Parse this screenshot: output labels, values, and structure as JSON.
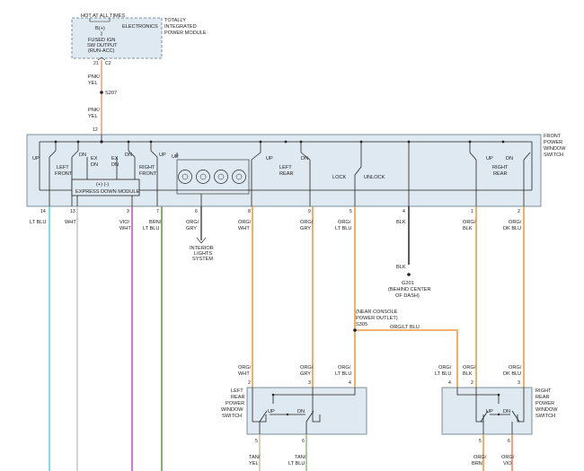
{
  "module": {
    "hot_label": "HOT AT ALL TIMES",
    "bplus": "B(+)",
    "electronics": "ELECTRONICS",
    "fused1": "FUSED IGN",
    "fused2": "SW OUTPUT",
    "fused3": "(RUN-ACC)",
    "name1": "TOTALLY",
    "name2": "INTEGRATED",
    "name3": "POWER MODULE",
    "pin": "21",
    "conn": "C2"
  },
  "feed": {
    "color_top_1": "PNK/",
    "color_top_2": "YEL",
    "splice": "S207",
    "color_bot_1": "PNK/",
    "color_bot_2": "YEL",
    "pin": "12"
  },
  "front_switch": {
    "name1": "FRONT",
    "name2": "POWER",
    "name3": "WINDOW",
    "name4": "SWITCH",
    "up": "UP",
    "dn": "DN",
    "ex": "EX",
    "left_front_1": "LEFT",
    "left_front_2": "FRONT",
    "right_front_1": "RIGHT",
    "right_front_2": "FRONT",
    "left_rear_1": "LEFT",
    "left_rear_2": "REAR",
    "right_rear_1": "RIGHT",
    "right_rear_2": "REAR",
    "lock": "LOCK",
    "unlock": "UNLOCK",
    "express_polarity": "(+) (-)",
    "express_label": "EXPRESS DOWN MODULE"
  },
  "wires": [
    {
      "pin": "14",
      "c1": "LT BLU",
      "c2": ""
    },
    {
      "pin": "13",
      "c1": "WHT",
      "c2": ""
    },
    {
      "pin": "3",
      "c1": "VIO/",
      "c2": "WHT"
    },
    {
      "pin": "7",
      "c1": "BRN/",
      "c2": "LT BLU"
    },
    {
      "pin": "6",
      "c1": "ORG/",
      "c2": "GRY"
    },
    {
      "pin": "8",
      "c1": "ORG/",
      "c2": "WHT"
    },
    {
      "pin": "9",
      "c1": "ORG/",
      "c2": "GRY"
    },
    {
      "pin": "5",
      "c1": "ORG/",
      "c2": "LT BLU"
    },
    {
      "pin": "4",
      "c1": "BLK",
      "c2": ""
    },
    {
      "pin": "1",
      "c1": "ORG/",
      "c2": "BLK"
    },
    {
      "pin": "2",
      "c1": "ORG/",
      "c2": "DK BLU"
    }
  ],
  "interior": {
    "l1": "INTERIOR",
    "l2": "LIGHTS",
    "l3": "SYSTEM"
  },
  "ground": {
    "color": "BLK",
    "name": "G201",
    "l1": "(BEHIND CENTER",
    "l2": "OF DASH)"
  },
  "splice305": {
    "l1": "(NEAR CONSOLE",
    "l2": "POWER OUTLET)",
    "name": "S305",
    "wire": "ORG/LT BLU"
  },
  "lr_switch": {
    "name1": "LEFT",
    "name2": "REAR",
    "name3": "POWER",
    "name4": "WINDOW",
    "name5": "SWITCH",
    "up": "UP",
    "dn": "DN",
    "in": [
      {
        "pin": "2",
        "c1": "ORG/",
        "c2": "WHT"
      },
      {
        "pin": "3",
        "c1": "ORG/",
        "c2": "GRY"
      },
      {
        "pin": "4",
        "c1": "ORG/",
        "c2": "LT BLU"
      }
    ],
    "out": [
      {
        "pin": "5",
        "c1": "TAN/",
        "c2": "YEL"
      },
      {
        "pin": "6",
        "c1": "TAN/",
        "c2": "LT BLU"
      }
    ]
  },
  "rr_switch": {
    "name1": "RIGHT",
    "name2": "REAR",
    "name3": "POWER",
    "name4": "WINDOW",
    "name5": "SWITCH",
    "up": "UP",
    "dn": "DN",
    "in": [
      {
        "pin": "4",
        "c1": "ORG/",
        "c2": "LT BLU"
      },
      {
        "pin": "2",
        "c1": "ORG/",
        "c2": "BLK"
      },
      {
        "pin": "3",
        "c1": "ORG/",
        "c2": "DK BLU"
      }
    ],
    "out": [
      {
        "pin": "5",
        "c1": "ORG/",
        "c2": "BRN"
      },
      {
        "pin": "6",
        "c1": "ORG/",
        "c2": "VIO"
      }
    ]
  },
  "colors": {
    "pnk_yel": "#f2a07a",
    "lt_blu": "#5fd3e6",
    "wht": "#c9c9c9",
    "vio_wht": "#c653c9",
    "brn_ltblu": "#6a9a45",
    "org_gry": "#585858",
    "org": "#ee9a3e",
    "blk": "#333333",
    "tan_yel": "#c8c8a0",
    "tan_ltblu": "#9fbf7f",
    "org_vio": "#f08a5a"
  }
}
